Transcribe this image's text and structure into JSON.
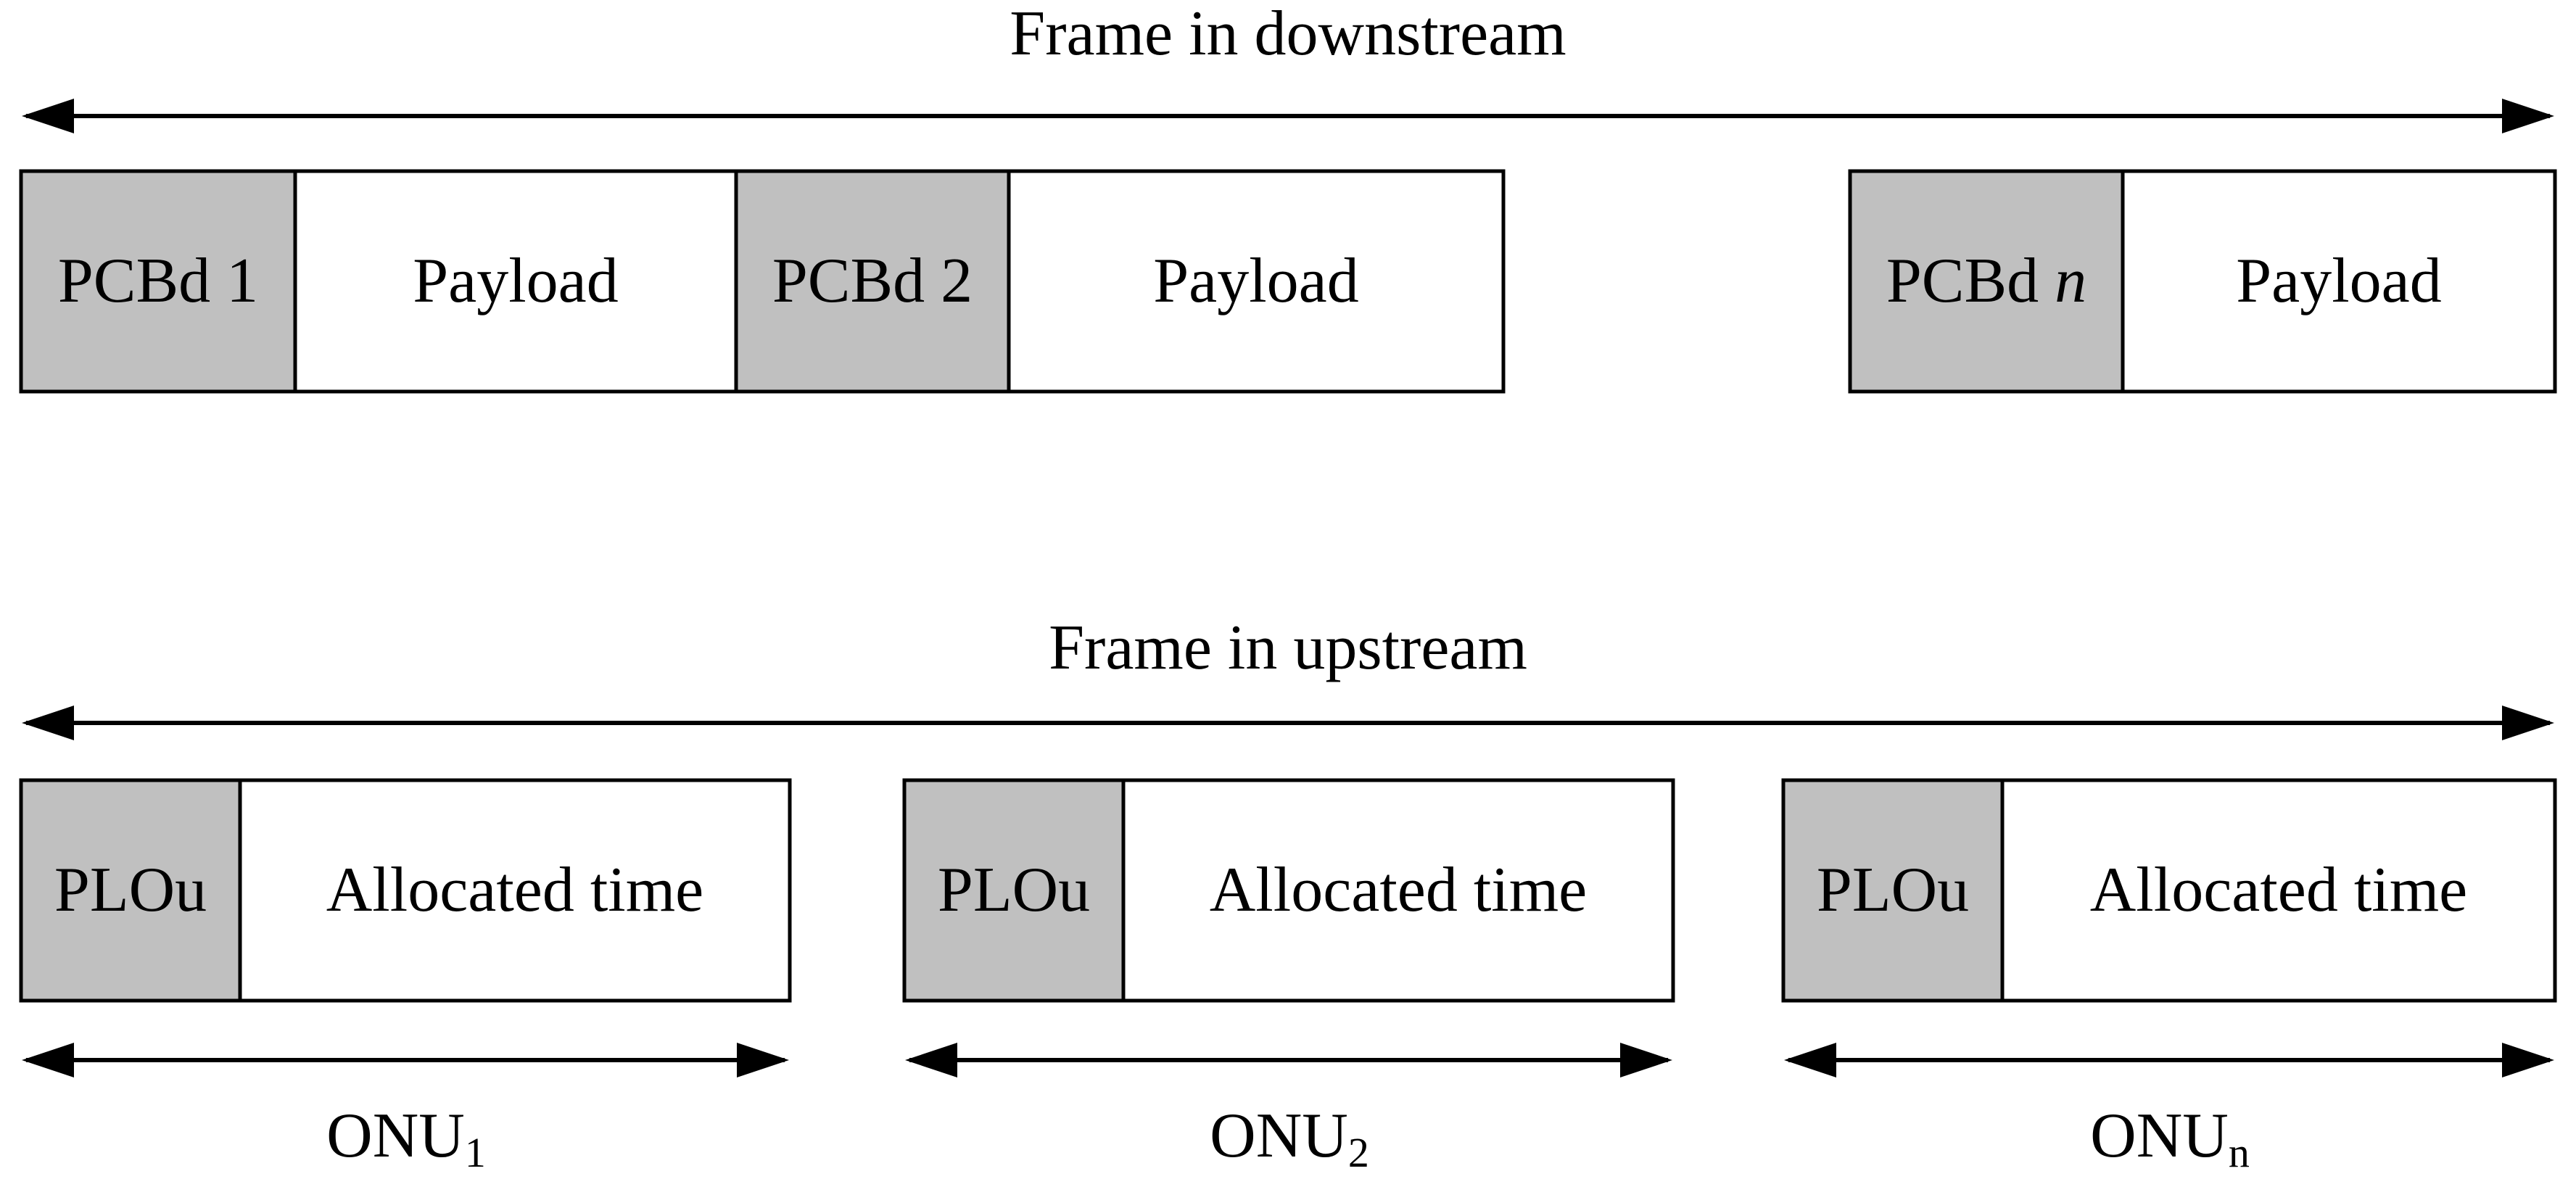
{
  "colors": {
    "header_fill": "#c0c0c0",
    "body_fill": "#ffffff",
    "stroke": "#000000"
  },
  "downstream": {
    "title": "Frame in downstream",
    "cells": [
      {
        "kind": "header",
        "label": "PCBd 1"
      },
      {
        "kind": "body",
        "label": "Payload"
      },
      {
        "kind": "header",
        "label": "PCBd 2"
      },
      {
        "kind": "body",
        "label": "Payload"
      },
      {
        "kind": "header",
        "label": "PCBd ",
        "label_italic": "n"
      },
      {
        "kind": "body",
        "label": "Payload"
      }
    ]
  },
  "upstream": {
    "title": "Frame in upstream",
    "onus": [
      {
        "header": "PLOu",
        "body": "Allocated time",
        "name": "ONU",
        "sub": "1"
      },
      {
        "header": "PLOu",
        "body": "Allocated time",
        "name": "ONU",
        "sub": "2"
      },
      {
        "header": "PLOu",
        "body": "Allocated time",
        "name": "ONU",
        "sub": "n"
      }
    ]
  }
}
